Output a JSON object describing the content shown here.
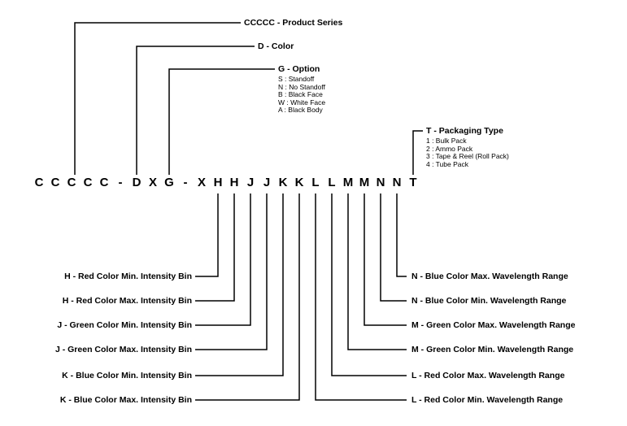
{
  "diagram": {
    "code_chars": [
      "C",
      "C",
      "C",
      "C",
      "C",
      "-",
      "D",
      "X",
      "G",
      "-",
      "X",
      "H",
      "H",
      "J",
      "J",
      "K",
      "K",
      "L",
      "L",
      "M",
      "M",
      "N",
      "N",
      "T"
    ],
    "top_labels": {
      "product_series": {
        "title": "CCCCC - Product Series"
      },
      "color": {
        "title": "D - Color"
      },
      "option": {
        "title": "G - Option",
        "items": [
          "S : Standoff",
          "N : No Standoff",
          "B : Black Face",
          "W : White Face",
          "A : Black Body"
        ]
      },
      "packaging": {
        "title": "T - Packaging Type",
        "items": [
          "1 : Bulk Pack",
          "2 : Ammo Pack",
          "3 : Tape & Reel (Roll Pack)",
          "4 : Tube Pack"
        ]
      }
    },
    "left_labels": [
      "H - Red Color Min. Intensity Bin",
      "H - Red Color Max. Intensity Bin",
      "J - Green Color Min. Intensity Bin",
      "J - Green Color Max. Intensity Bin",
      "K - Blue Color Min. Intensity Bin",
      "K - Blue Color Max. Intensity Bin"
    ],
    "right_labels": [
      "N - Blue Color Max. Wavelength Range",
      "N - Blue Color Min. Wavelength Range",
      "M - Green Color Max. Wavelength Range",
      "M - Green Color Min. Wavelength Range",
      "L - Red Color Max. Wavelength Range",
      "L - Red Color Min. Wavelength Range"
    ]
  }
}
